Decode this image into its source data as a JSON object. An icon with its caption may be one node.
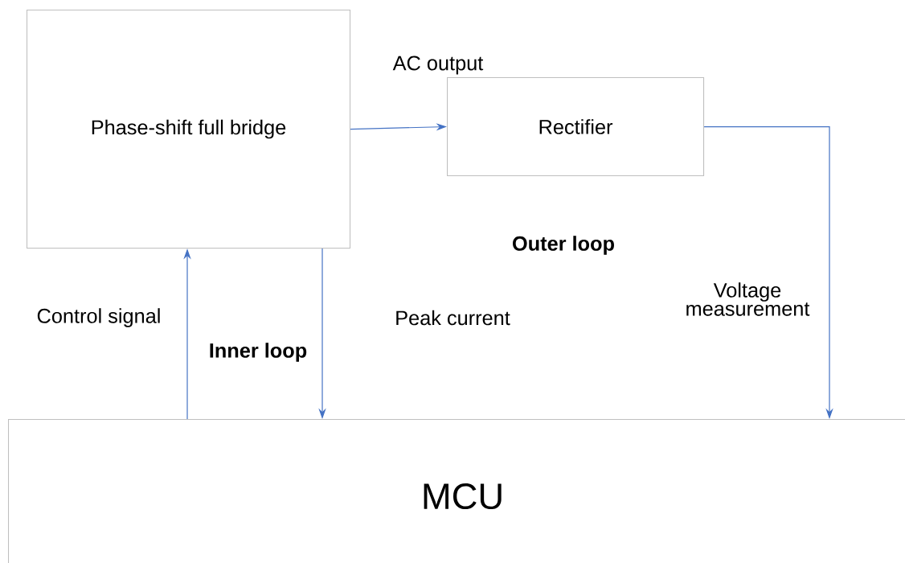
{
  "diagram": {
    "nodes": [
      {
        "text": [
          "Phase-shift full bridge"
        ]
      },
      {
        "text": [
          "Rectifier"
        ]
      },
      {
        "text": [
          "MCU"
        ]
      }
    ],
    "edges": [
      {
        "from": 0,
        "to": 1,
        "arrow": "to",
        "label": "AC output"
      },
      {
        "from": 1,
        "to": 2,
        "arrow": "to",
        "label": "Voltage measurement"
      },
      {
        "from": 2,
        "to": 0,
        "arrow": "to",
        "label": "Control signal"
      },
      {
        "from": 0,
        "to": 2,
        "arrow": "to",
        "label": "Peak current"
      }
    ],
    "labels": [
      "Outer loop",
      "Inner loop"
    ]
  }
}
